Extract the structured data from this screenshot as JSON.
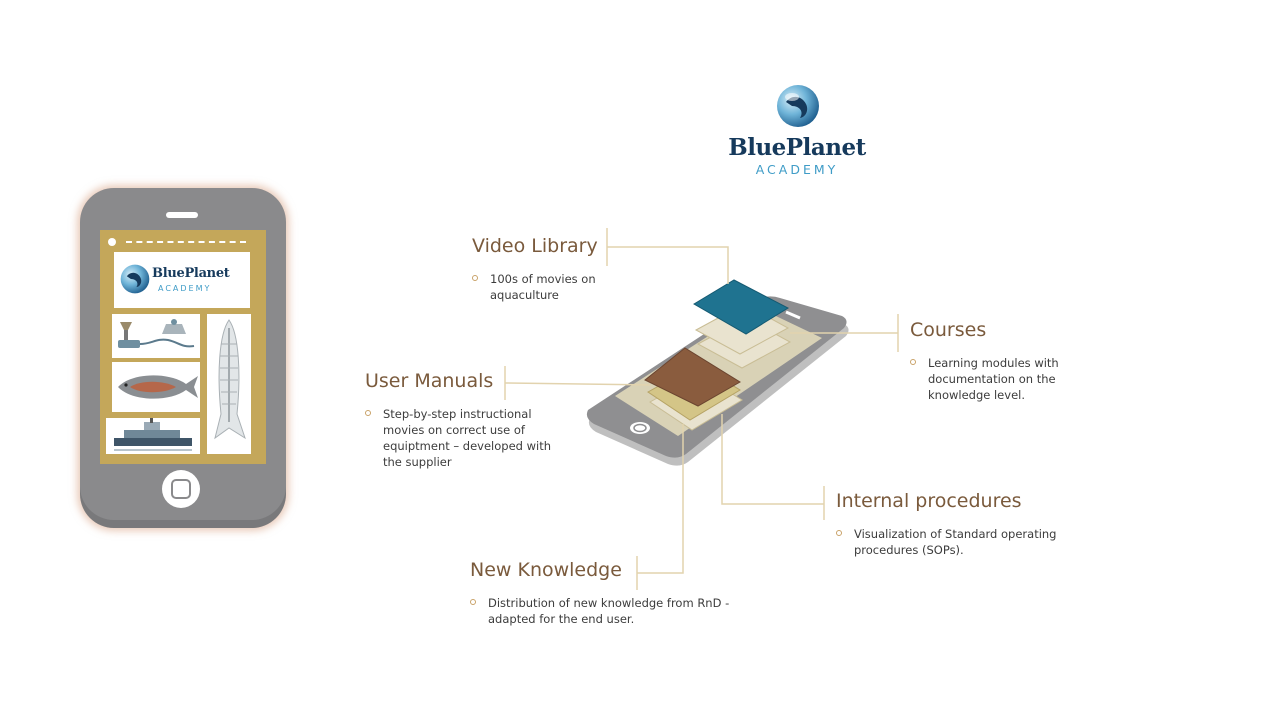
{
  "logo": {
    "name": "BluePlanet",
    "tagline": "ACADEMY"
  },
  "phone_app": {
    "brand_name": "BluePlanet",
    "brand_tagline": "ACADEMY",
    "tiles": [
      "feeding-equipment-illustration",
      "salmon-anatomy-illustration",
      "fish-farm-vessel-illustration",
      "fish-skeleton-illustration"
    ]
  },
  "features": {
    "video_library": {
      "title": "Video Library",
      "description": "100s of movies on aquaculture"
    },
    "user_manuals": {
      "title": "User Manuals",
      "description": "Step-by-step instructional movies on correct use of equiptment – developed with the supplier"
    },
    "courses": {
      "title": "Courses",
      "description": "Learning modules with documentation on the knowledge level."
    },
    "internal_procedures": {
      "title": "Internal procedures",
      "description": "Visualization of Standard operating procedures (SOPs)."
    },
    "new_knowledge": {
      "title": "New Knowledge",
      "description": "Distribution of new knowledge from RnD - adapted for the end user."
    }
  },
  "colors": {
    "label_title": "#7a5a3c",
    "connector": "#e2d3ae",
    "phone_body": "#8a8a8c",
    "app_gold": "#c4a75a",
    "layer_teal": "#1f7390",
    "layer_brown": "#8a5c3e",
    "brand_navy": "#163a5c",
    "brand_blue": "#3f9cc7"
  }
}
